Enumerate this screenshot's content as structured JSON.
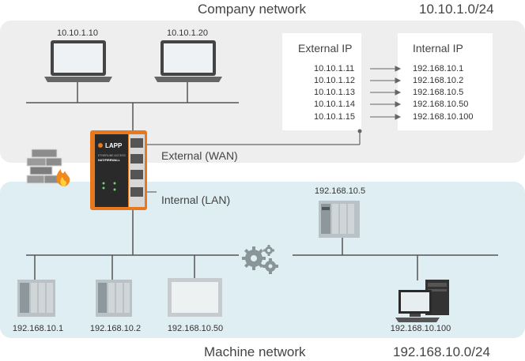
{
  "header": {
    "company_title": "Company network",
    "company_subnet": "10.10.1.0/24"
  },
  "footer": {
    "machine_title": "Machine network",
    "machine_subnet": "192.168.10.0/24"
  },
  "interfaces": {
    "wan": "External (WAN)",
    "lan": "Internal (LAN)"
  },
  "company_devices": [
    {
      "ip": "10.10.1.10"
    },
    {
      "ip": "10.10.1.20"
    }
  ],
  "nat_table": {
    "external_header": "External IP",
    "internal_header": "Internal IP",
    "rows": [
      {
        "external": "10.10.1.11",
        "internal": "192.168.10.1"
      },
      {
        "external": "10.10.1.12",
        "internal": "192.168.10.2"
      },
      {
        "external": "10.10.1.13",
        "internal": "192.168.10.5"
      },
      {
        "external": "10.10.1.14",
        "internal": "192.168.10.50"
      },
      {
        "external": "10.10.1.15",
        "internal": "192.168.10.100"
      }
    ]
  },
  "firewall_device": {
    "brand": "LAPP",
    "model": "ETHERLINE ACCESS",
    "function": "NAT/FIREWALL"
  },
  "machine_devices": {
    "controller": "192.168.10.5",
    "plc1": "192.168.10.1",
    "plc2": "192.168.10.2",
    "panel": "192.168.10.50",
    "pc": "192.168.10.100"
  },
  "colors": {
    "company_zone": "#eeeeee",
    "machine_zone": "#dfeef2",
    "firewall_orange": "#e8781e",
    "line": "#555555"
  }
}
